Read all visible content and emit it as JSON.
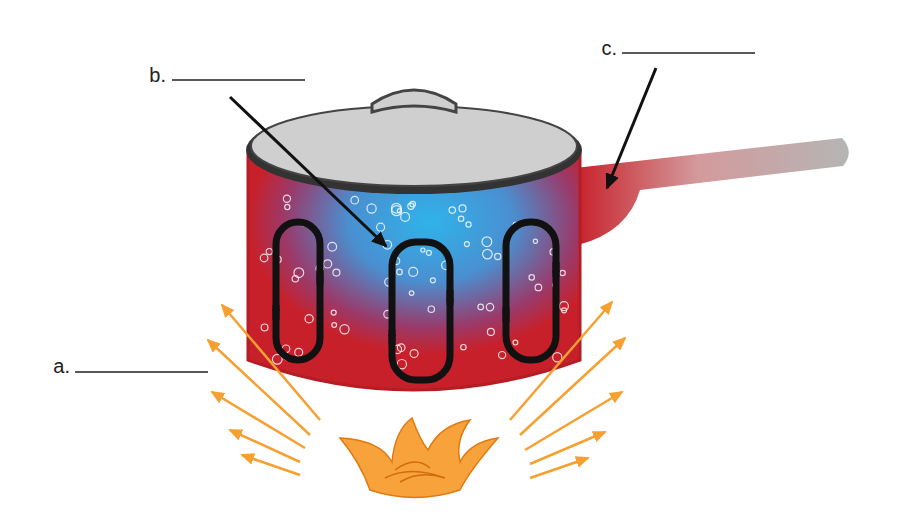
{
  "diagram": {
    "labels": [
      "a.",
      "b.",
      "c."
    ]
  }
}
